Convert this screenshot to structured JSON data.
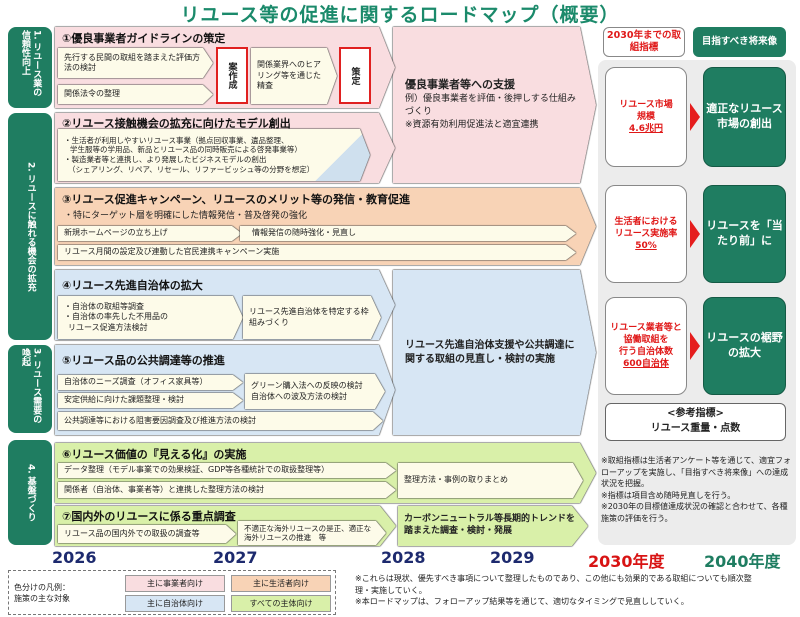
{
  "title": "リユース等の促進に関するロードマップ（概要）",
  "categories": [
    {
      "label": "1. リユース業の信頼性向上"
    },
    {
      "label": "2. リユースに触れる機会の拡充"
    },
    {
      "label": "3. リユース需要の喚起"
    },
    {
      "label": "4. 基盤づくり"
    }
  ],
  "row1": {
    "heading": "①優良事業者ガイドラインの策定",
    "a1": "先行する民間の取組を踏まえた評価方法の検討",
    "a2": "関係法令の整理",
    "box1": "案作成",
    "a3": "関係業界へのヒアリング等を通じた精査",
    "box2": "策定"
  },
  "support1": {
    "heading": "優良事業者等への支援",
    "l1": "例）優良事業者を評価・後押しする仕組みづくり",
    "l2": "※資源有効利用促進法と適宜連携"
  },
  "row2": {
    "heading": "②リユース接触機会の拡充に向けたモデル創出",
    "l1": "・生活者が利用しやすいリユース事業（拠点回収事業、遺品整理、",
    "l2": "学生服等の学用品、新品とリユース品の同時販売による啓発事業等）",
    "l3": "・製造業者等と連携し、より発展したビジネスモデルの創出",
    "l4": "（シェアリング、リペア、リセール、リファービッシュ等の分野を想定）"
  },
  "row3": {
    "heading": "③リユース促進キャンペーン、リユースのメリット等の発信・教育促進",
    "sub": "・特にターゲット層を明確にした情報発信・普及啓発の強化",
    "a1": "新規ホームページの立ち上げ",
    "a2": "情報発信の随時強化・見直し",
    "a3": "リユース月間の設定及び連動した官民連携キャンペーン実施"
  },
  "row4": {
    "heading": "④リユース先進自治体の拡大",
    "l1": "・自治体の取組等調査",
    "l2": "・自治体の率先した不用品の",
    "l3": "リユース促進方法検討",
    "a2": "リユース先進自治体を特定する枠組みづくり"
  },
  "support2": {
    "text": "リユース先進自治体支援や公共調達に関する取組の見直し・検討の実施"
  },
  "row5": {
    "heading": "⑤リユース品の公共調達等の推進",
    "a1": "自治体のニーズ調査（オフィス家具等）",
    "a2": "安定供給に向けた課題整理・検討",
    "a3": "グリーン購入法への反映の検討 自治体への波及方法の検討",
    "a4": "公共調達等における阻害要因調査及び推進方法の検討"
  },
  "row6": {
    "heading": "⑥リユース価値の『見える化』の実施",
    "a1": "データ整理（モデル事業での効果検証、GDP等各種統計での取扱整理等）",
    "a2": "関係者（自治体、事業者等）と連携した整理方法の検討",
    "a3": "整理方法・事例の取りまとめ"
  },
  "row7": {
    "heading": "⑦国内外のリユースに係る重点調査",
    "a1": "リユース品の国内外での取扱の調査等",
    "a2": "不適正な海外リユースの是正、適正な海外リユースの推進　等",
    "next": "カーボンニュートラル等長期的トレンドを踏まえた調査・検討・発展"
  },
  "panel": {
    "h1": "2030年までの取組指標",
    "h2": "目指すべき将来像",
    "indicators": [
      {
        "l1": "リユース市場",
        "l2": "規模",
        "value": "4.6兆円",
        "goal": "適正なリユース市場の創出"
      },
      {
        "l1": "生活者における",
        "l2": "リユース実施率",
        "value": "50%",
        "goal": "リユースを「当たり前」に"
      },
      {
        "l1": "リユース業者等と協働取組を",
        "l2": "行う自治体数",
        "value": "600自治体",
        "goal": "リユースの裾野の拡大"
      }
    ],
    "ref_title": "<参考指標>",
    "ref_value": "リユース重量・点数",
    "notes": [
      "※取組指標は生活者アンケート等を通じて、適宜フォローアップを実施し、「目指すべき将来像」への達成状況を把握。",
      "※指標は項目含め随時見直しを行う。",
      "※2030年の目標値達成状況の確認と合わせて、各種施策の評価を行う。"
    ]
  },
  "years": [
    "2026",
    "2027",
    "2028",
    "2029",
    "2030年度",
    "2040年度"
  ],
  "legend": {
    "label1": "色分けの凡例：",
    "label2": "施策の主な対象",
    "items": [
      "主に事業者向け",
      "主に生活者向け",
      "主に自治体向け",
      "すべての主体向け"
    ]
  },
  "footnotes": [
    "※これらは現状、優先すべき事項について整理したものであり、この他にも効果的である取組についても順次整理・実施していく。",
    "※本ロードマップは、フォローアップ結果等を通じて、適切なタイミングで見直ししていく。"
  ],
  "colors": {
    "green": "#1f7d61",
    "red": "#e01818",
    "pink": "#f9dde0",
    "orange": "#f8d3b6",
    "blue": "#d7e6f4",
    "lime": "#d9f0a9"
  }
}
